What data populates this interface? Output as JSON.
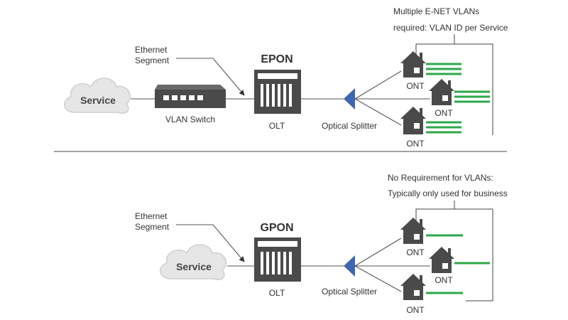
{
  "colors": {
    "device": "#4a4a4a",
    "splitter": "#3d67b0",
    "service_stream": "#2ea84a",
    "cloud_fill": "#e6e6e6"
  },
  "epon": {
    "title": "EPON",
    "service_label": "Service",
    "switch_label": "VLAN Switch",
    "ethernet_label_line1": "Ethernet",
    "ethernet_label_line2": "Segment",
    "olt_label": "OLT",
    "splitter_label": "Optical Splitter",
    "note_line1": "Multiple E-NET VLANs",
    "note_line2": "required: VLAN ID per Service",
    "ont_labels": [
      "ONT",
      "ONT",
      "ONT"
    ],
    "streams_per_ont": 3
  },
  "gpon": {
    "title": "GPON",
    "service_label": "Service",
    "ethernet_label_line1": "Ethernet",
    "ethernet_label_line2": "Segment",
    "olt_label": "OLT",
    "splitter_label": "Optical Splitter",
    "note_line1": "No Requirement for VLANs:",
    "note_line2": "Typically only used for business",
    "ont_labels": [
      "ONT",
      "ONT",
      "ONT"
    ],
    "streams_per_ont": 1
  }
}
